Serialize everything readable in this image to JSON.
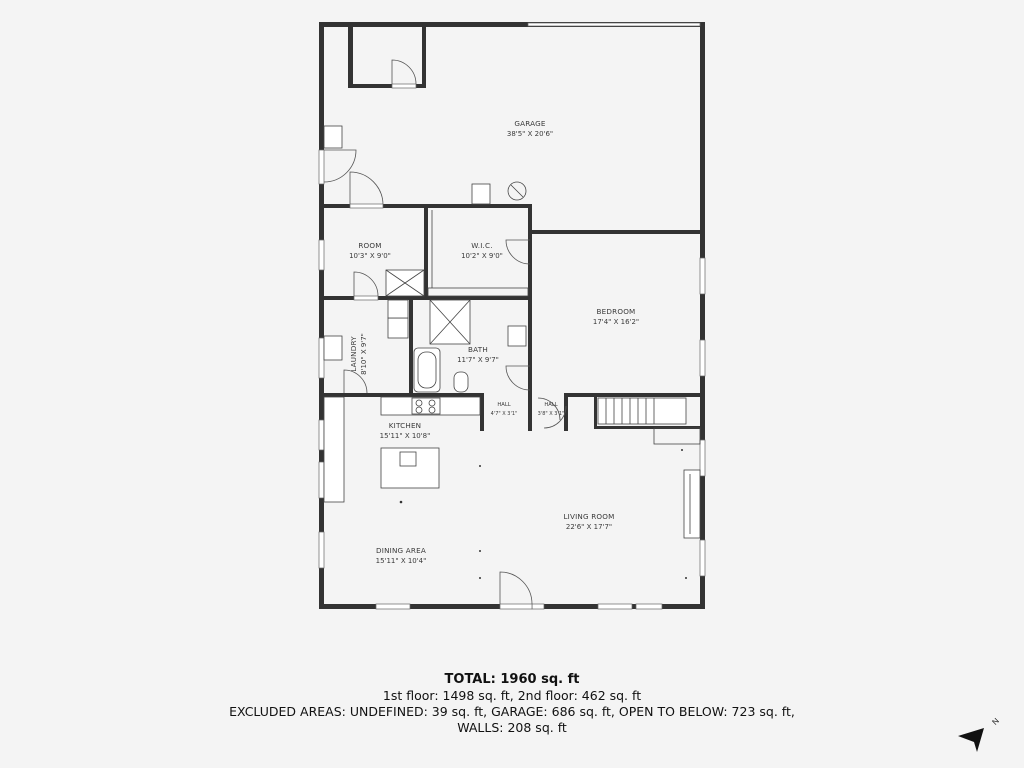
{
  "rooms": {
    "garage": {
      "name": "GARAGE",
      "dims": "38'5\" X 20'6\""
    },
    "room": {
      "name": "ROOM",
      "dims": "10'3\" X 9'0\""
    },
    "wic": {
      "name": "W.I.C.",
      "dims": "10'2\" X 9'0\""
    },
    "bedroom": {
      "name": "BEDROOM",
      "dims": "17'4\" X 16'2\""
    },
    "laundry": {
      "name": "LAUNDRY",
      "dims": "8'10\" X 9'7\""
    },
    "bath": {
      "name": "BATH",
      "dims": "11'7\" X 9'7\""
    },
    "hall1": {
      "name": "HALL",
      "dims": "4'7\" X 3'1\""
    },
    "hall2": {
      "name": "HALL",
      "dims": "3'8\" X 3'1\""
    },
    "kitchen": {
      "name": "KITCHEN",
      "dims": "15'11\" X 10'8\""
    },
    "living": {
      "name": "LIVING ROOM",
      "dims": "22'6\" X 17'7\""
    },
    "dining": {
      "name": "DINING AREA",
      "dims": "15'11\" X 10'4\""
    }
  },
  "summary": {
    "total": "TOTAL: 1960 sq. ft",
    "floors": "1st floor: 1498 sq. ft, 2nd floor: 462 sq. ft",
    "excluded": "EXCLUDED AREAS: UNDEFINED: 39 sq. ft, GARAGE: 686 sq. ft, OPEN TO BELOW: 723 sq. ft,",
    "walls": "WALLS: 208 sq. ft"
  },
  "compass": {
    "label": "N",
    "icon": "north-arrow-icon"
  }
}
